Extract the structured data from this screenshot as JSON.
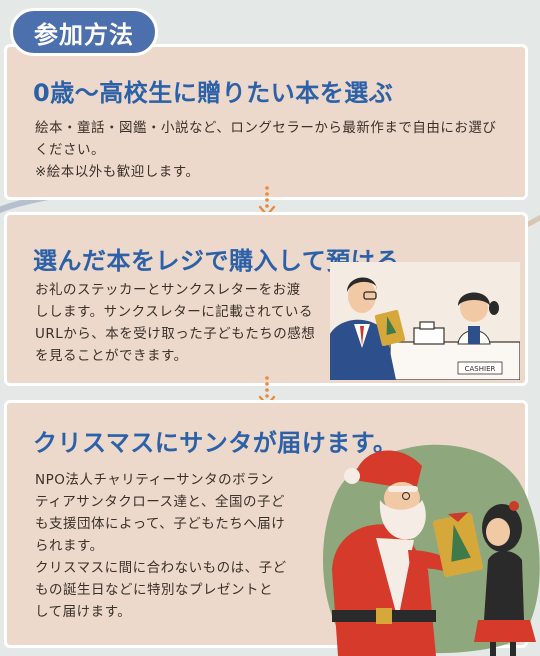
{
  "badge": {
    "label": "参加方法"
  },
  "steps": [
    {
      "title": "0歳〜高校生に贈りたい本を選ぶ",
      "lines": [
        "絵本・童話・図鑑・小説など、ロングセラーから最新作まで自由にお選び",
        "ください。",
        "※絵本以外も歓迎します。"
      ]
    },
    {
      "title": "選んだ本をレジで購入して預ける",
      "lines": [
        "お礼のステッカーとサンクスレターをお渡",
        "しします。サンクスレターに記載されている",
        "URLから、本を受け取った子どもたちの感想",
        "を見ることができます。"
      ]
    },
    {
      "title": "クリスマスにサンタが届けます。",
      "lines": [
        "NPO法人チャリティーサンタのボラン",
        "ティアサンタクロース達と、全国の子ど",
        "も支援団体によって、子どもたちへ届け",
        "られます。",
        "クリスマスに間に合わないものは、子ど",
        "もの誕生日などに特別なプレゼントと",
        "して届けます。"
      ]
    }
  ],
  "illustrations": {
    "cashier_sign": "CASHIER"
  },
  "colors": {
    "title_blue": "#2c61a8",
    "badge_blue": "#4c6fae",
    "card_bg": "#ecd9cc",
    "arrow_orange": "#e98a3c",
    "santa_red": "#d63a2a",
    "bush_green": "#8ea77c"
  }
}
